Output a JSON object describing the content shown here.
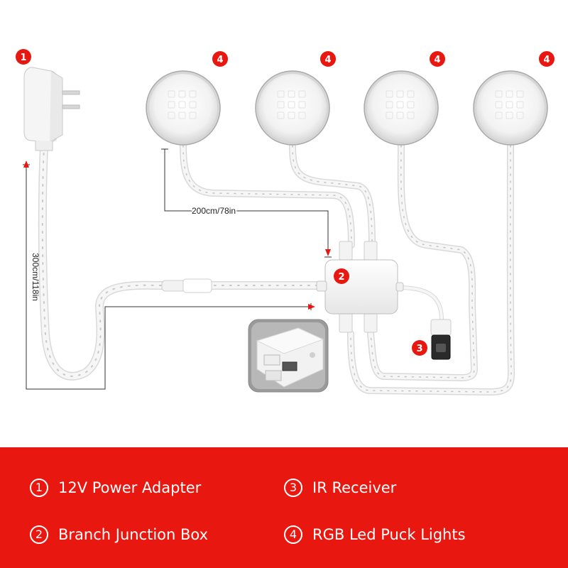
{
  "colors": {
    "accent": "#e8170f",
    "line": "#333333",
    "cable": "#f4f4f4"
  },
  "badges": {
    "adapter": "1",
    "junction": "2",
    "receiver": "3",
    "puck": "4"
  },
  "dimensions": {
    "main_cable": "300cm/118in",
    "puck_cable": "200cm/78in"
  },
  "legend": {
    "items": [
      {
        "num": "1",
        "label": "12V Power Adapter"
      },
      {
        "num": "3",
        "label": "IR Receiver"
      },
      {
        "num": "2",
        "label": "Branch Junction Box"
      },
      {
        "num": "4",
        "label": "RGB Led Puck Lights"
      }
    ]
  }
}
